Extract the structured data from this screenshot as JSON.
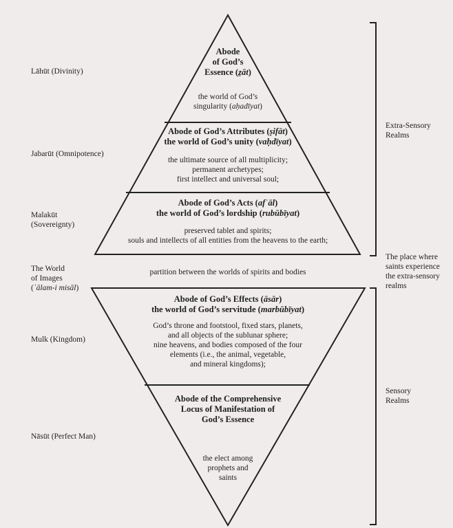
{
  "left_labels": {
    "lahut": "Lāhūt (Divinity)",
    "jabarut": "Jabarūt (Omnipotence)",
    "malakut_1": "Malakūt",
    "malakut_2": "(Sovereignty)",
    "images_1": "The World",
    "images_2": "of Images",
    "images_3a": "(",
    "images_3b": "ʿālam-i misāl",
    "images_3c": ")",
    "mulk": "Mulk (Kingdom)",
    "nasut": "Nāsūt (Perfect Man)"
  },
  "upper_pyramid": {
    "essence": {
      "title_1": "Abode",
      "title_2": "of God’s",
      "title_3a": "Essence (",
      "title_3b": "ẕāt",
      "title_3c": ")",
      "desc_1": "the world of God’s",
      "desc_2a": "singularity (",
      "desc_2b": "aḥadīyat",
      "desc_2c": ")"
    },
    "attributes": {
      "title_1a": "Abode of God’s Attributes (",
      "title_1b": "ṣifāt",
      "title_1c": ")",
      "title_2a": "the world of God’s unity (",
      "title_2b": "vaḥdīyat",
      "title_2c": ")",
      "desc_1": "the ultimate source of all multiplicity;",
      "desc_2": "permanent archetypes;",
      "desc_3": "first intellect and universal soul;"
    },
    "acts": {
      "title_1a": "Abode of God’s Acts (",
      "title_1b": "afʿāl",
      "title_1c": ")",
      "title_2a": "the world of God’s lordship (",
      "title_2b": "rubūbīyat",
      "title_2c": ")",
      "desc_1": "preserved tablet and spirits;",
      "desc_2": "souls and intellects of all entities from the heavens to the earth;"
    }
  },
  "partition": "partition between the worlds of spirits and bodies",
  "lower_pyramid": {
    "effects": {
      "title_1a": "Abode of God’s Effects (",
      "title_1b": "āsār",
      "title_1c": ")",
      "title_2a": "the world of God’s servitude (",
      "title_2b": "marbūbīyat",
      "title_2c": ")",
      "desc_1": "God’s throne and footstool, fixed stars, planets,",
      "desc_2": "and all objects of the sublunar sphere;",
      "desc_3": "nine heavens, and bodies composed of the four",
      "desc_4": "elements (i.e., the animal, vegetable,",
      "desc_5": "and mineral kingdoms);"
    },
    "comprehensive": {
      "title_1": "Abode of the Comprehensive",
      "title_2": "Locus of Manifestation of",
      "title_3": "God’s Essence",
      "desc_1": "the elect among",
      "desc_2": "prophets and",
      "desc_3": "saints"
    }
  },
  "right_labels": {
    "extra_1": "Extra-Sensory",
    "extra_2": "Realms",
    "place_1": "The place where",
    "place_2": "saints experience",
    "place_3": "the extra-sensory",
    "place_4": "realms",
    "sensory_1": "Sensory",
    "sensory_2": "Realms"
  }
}
